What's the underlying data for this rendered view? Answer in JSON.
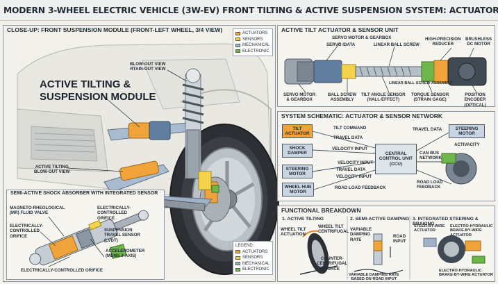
{
  "title": "MODERN 3-WHEEL ELECTRIC VEHICLE (3W-EV) FRONT TILTING & ACTIVE SUSPENSION SYSTEM: ACTUATOR & SENSOR BREAKDOWN",
  "closeup": {
    "title": "CLOSE-UP: FRONT SUSPENSION MODULE (FRONT-LEFT WHEEL, 3/4 VIEW)",
    "module_label": "ACTIVE TILTING &\nSUSPENSION MODULE",
    "blowout_top": "BLOW-OUT VIEW\nRTAIN-OUT VIEW",
    "active_tilting": "ACTIVE TILTING\nBLOW-OUT VIEW"
  },
  "legend": {
    "label": "LEGEND:",
    "items": [
      {
        "label": "ACTUATORS",
        "color": "#f0a33a"
      },
      {
        "label": "SENSORS",
        "color": "#f2d34a"
      },
      {
        "label": "MECHANICAL",
        "color": "#9fb2c8"
      },
      {
        "label": "ELECTRONIC",
        "color": "#6fb64a"
      }
    ]
  },
  "shock": {
    "title": "SEMI-ACTIVE SHOCK ABSORBER WITH INTEGRATED SENSOR",
    "labels": [
      "MAGNETO-RHEOLOGICAL\n(MR) FLUID VALVE",
      "ELECTRICALLY-\nCONTROLLED\nORIFICE",
      "ELECTRICALLY-\nCONTROLLED\nORIFICE",
      "SUSPENSION\nTRAVEL SENSOR\n(LVDT)",
      "ACCELEROMETER\n(MEMS 3-AXIS)",
      "ELECTRICALLY-CONTROLLED ORIFICE"
    ]
  },
  "actuator": {
    "title": "ACTIVE TILT ACTUATOR & SENSOR UNIT",
    "top_labels": [
      "SERVO MOTOR & GEARBOX",
      "SERVO IDATA",
      "LINEAR BALL SCREW",
      "HIGH-PRECISION\nREDUCER",
      "BRUSHLESS\nDC MOTOR"
    ],
    "mid_label": "LINEAR BALL SCREW ASSEMBLY",
    "bottom_labels": [
      "SERVO MOTOR\n& GEARBOX",
      "BALL SCREW\nASSEMBLY",
      "TILT ANGLE SENSOR\n(HALL-EFFECT)",
      "TORQUE SENSOR\n(STRAIN GAGE)",
      "POSITION ENCODER\n(OPTICAL)"
    ]
  },
  "schematic": {
    "title": "SYSTEM SCHEMATIC: ACTUATOR & SENSOR NETWORK",
    "ccu": "CENTRAL\nCONTROL UNIT\n(CCU)",
    "left_boxes": [
      "TILT\nACTUATOR",
      "SHOCK\nDAMPER",
      "STEERING\nMOTOR",
      "WHEEL HUB\nMOTOR"
    ],
    "steering_motor": "STEERING\nMOTOR",
    "signals": [
      "TILT COMMAND",
      "TRAVEL DATA",
      "VELOCITY INPUT",
      "VELOCITY INPUT",
      "TRAVEL DATA",
      "VELOCITY INPUT",
      "ROAD LOAD FEEDBACK",
      "TRAVEL DATA",
      "CAN BUS\nNETWORK",
      "ACTIVACITY",
      "ROAD LOAD\nFEEDBACK"
    ]
  },
  "functional": {
    "title": "FUNCTIONAL BREAKDOWN",
    "sections": [
      {
        "heading": "1. ACTIVE TILTING",
        "labels": [
          "WHEEL TILT\nACTUATION",
          "WHEEL TILT\nCENTRIFUGAL",
          "COUNTER-\nCENTRIFUGAL\nFORCE"
        ]
      },
      {
        "heading": "2. SEMI-ACTIVE DAMPING",
        "labels": [
          "VARIABLE\nDAMPING\nRATE",
          "ROAD\nINPUT",
          "VARIABLE DAMPING RATE\nBASED ON ROAD INPUT"
        ]
      },
      {
        "heading": "3. INTEGRATED STEERING & BRAKING",
        "labels": [
          "STEER-BY-WIRE\nACTUATOR",
          "ELECTRO-HYDRAULIC\nBRAKE-BY-WIRE ACTUATOR",
          "ELECTRO-HYDRAULIC\nBRAKE-BY-WIRE ACTUATOR"
        ]
      }
    ]
  }
}
